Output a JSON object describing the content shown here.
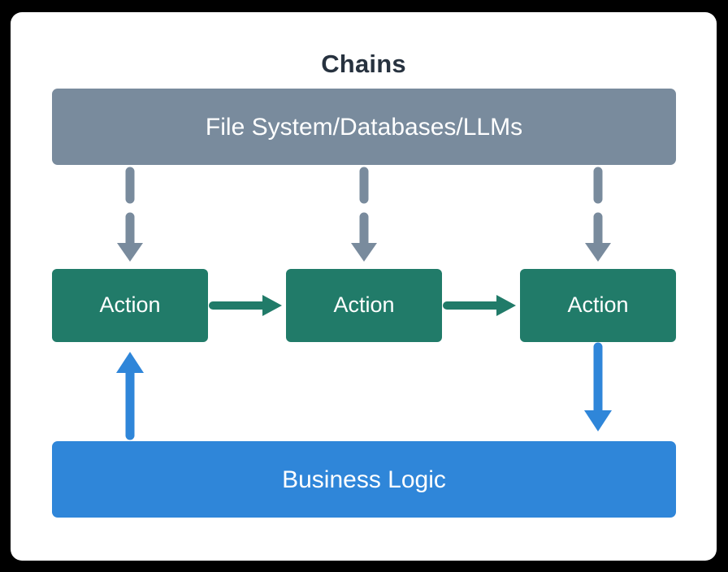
{
  "diagram": {
    "title": "Chains",
    "frame": {
      "background": "#000000",
      "card_background": "#ffffff"
    },
    "colors": {
      "title_text": "#27323f",
      "resource_box": "#798b9d",
      "action_box": "#217b69",
      "logic_box": "#2f86d9",
      "dashed_arrow": "#798b9d",
      "action_arrow": "#217b69",
      "logic_arrow": "#2f86d9",
      "node_text": "#ffffff"
    },
    "nodes": {
      "resource": {
        "label": "File System/Databases/LLMs",
        "kind": "resource-bar"
      },
      "actions": [
        {
          "label": "Action"
        },
        {
          "label": "Action"
        },
        {
          "label": "Action"
        }
      ],
      "logic": {
        "label": "Business Logic",
        "kind": "logic-bar"
      }
    },
    "edges": [
      {
        "name": "resource-to-action-1",
        "from": "resource",
        "to": "action-1",
        "style": "dashed",
        "direction": "down",
        "color": "#798b9d"
      },
      {
        "name": "resource-to-action-2",
        "from": "resource",
        "to": "action-2",
        "style": "dashed",
        "direction": "down",
        "color": "#798b9d"
      },
      {
        "name": "resource-to-action-3",
        "from": "resource",
        "to": "action-3",
        "style": "dashed",
        "direction": "down",
        "color": "#798b9d"
      },
      {
        "name": "action-1-to-action-2",
        "from": "action-1",
        "to": "action-2",
        "style": "solid",
        "direction": "right",
        "color": "#217b69"
      },
      {
        "name": "action-2-to-action-3",
        "from": "action-2",
        "to": "action-3",
        "style": "solid",
        "direction": "right",
        "color": "#217b69"
      },
      {
        "name": "logic-to-action-1",
        "from": "logic",
        "to": "action-1",
        "style": "solid",
        "direction": "up",
        "color": "#2f86d9"
      },
      {
        "name": "action-3-to-logic",
        "from": "action-3",
        "to": "logic",
        "style": "solid",
        "direction": "down",
        "color": "#2f86d9"
      }
    ]
  }
}
